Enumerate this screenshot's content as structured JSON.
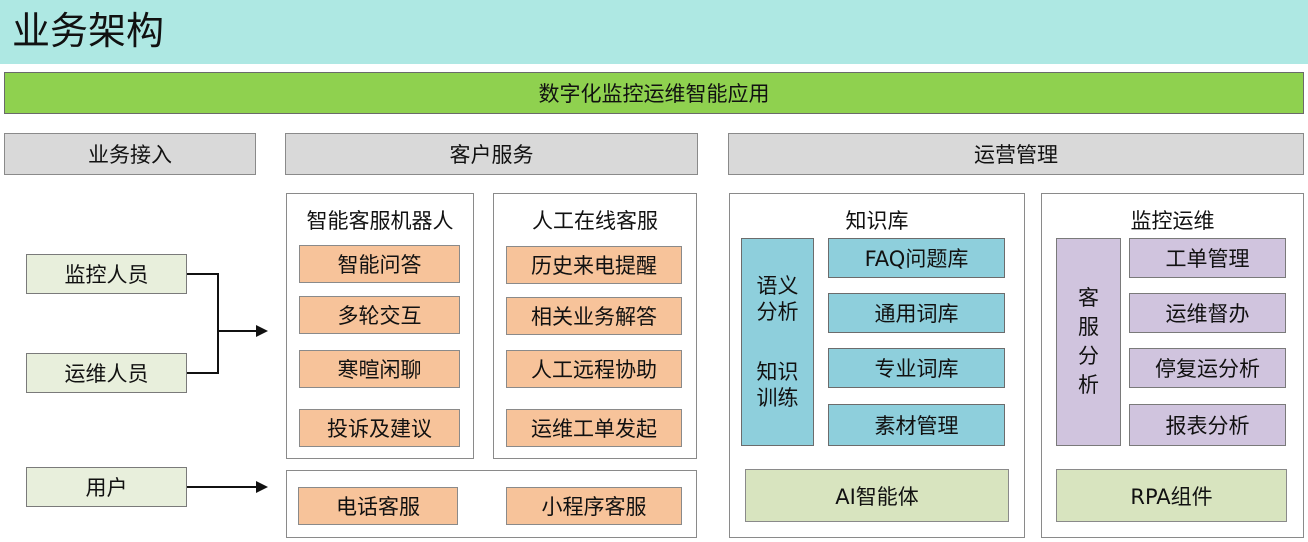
{
  "page_title": "业务架构",
  "top_banner": "数字化监控运维智能应用",
  "sections": {
    "access": "业务接入",
    "service": "客户服务",
    "operation": "运营管理"
  },
  "access": {
    "roles": [
      "监控人员",
      "运维人员",
      "用户"
    ]
  },
  "smart_bot": {
    "title": "智能客服机器人",
    "items": [
      "智能问答",
      "多轮交互",
      "寒暄闲聊",
      "投诉及建议"
    ]
  },
  "human_service": {
    "title": "人工在线客服",
    "items": [
      "历史来电提醒",
      "相关业务解答",
      "人工远程协助",
      "运维工单发起"
    ]
  },
  "channels": {
    "items": [
      "电话客服",
      "小程序客服"
    ]
  },
  "knowledge": {
    "title": "知识库",
    "side_top": [
      "语义",
      "分析"
    ],
    "side_bottom": [
      "知识",
      "训练"
    ],
    "items": [
      "FAQ问题库",
      "通用词库",
      "专业词库",
      "素材管理"
    ],
    "footer": "AI智能体"
  },
  "monitoring": {
    "title": "监控运维",
    "side": [
      "客",
      "服",
      "分",
      "析"
    ],
    "items": [
      "工单管理",
      "运维督办",
      "停复运分析",
      "报表分析"
    ],
    "footer": "RPA组件"
  },
  "colors": {
    "title_bg": "#aee8e3",
    "banner_green": "#8fd14f",
    "header_gray": "#d9d9d9",
    "orange": "#f7c39a",
    "cyan": "#8ecfdc",
    "lavender": "#d0c4de",
    "sage": "#d8e4bf"
  }
}
